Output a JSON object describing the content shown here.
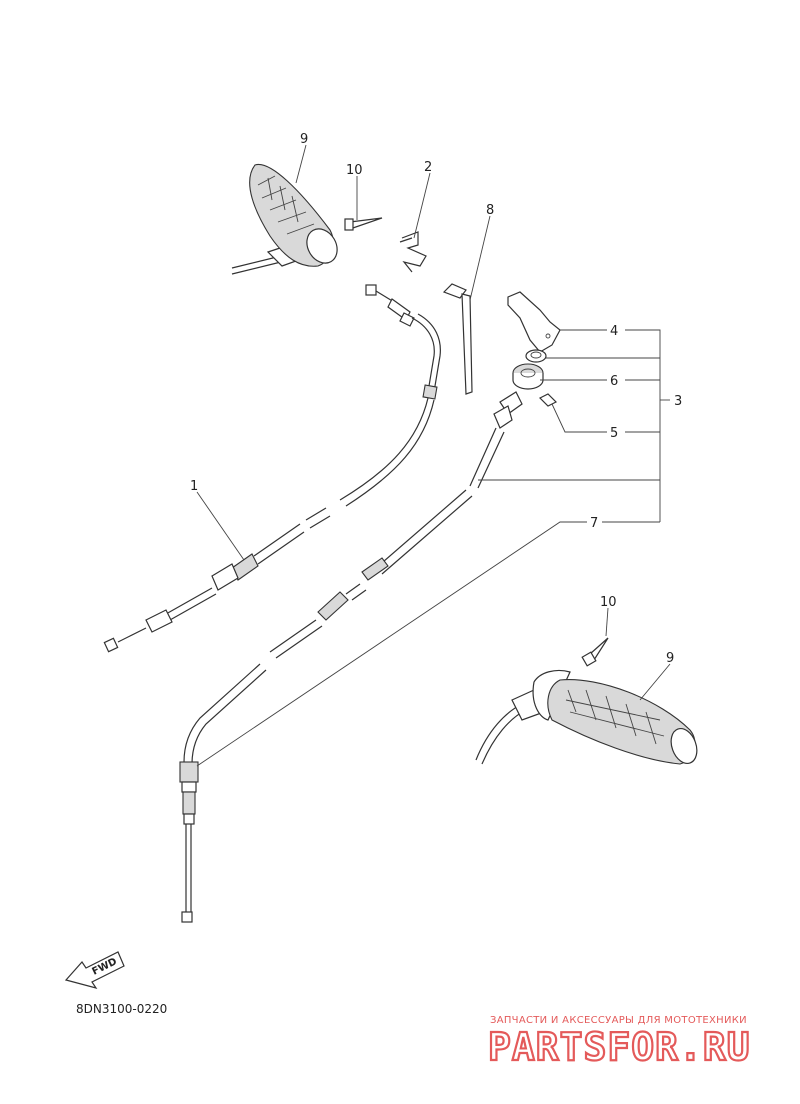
{
  "diagram": {
    "code": "8DN3100-0220",
    "fwd_label": "FWD",
    "labels": {
      "cable_1": "1",
      "clip_2": "2",
      "assy_3": "3",
      "part_4": "4",
      "part_5": "5",
      "part_6": "6",
      "cable_7": "7",
      "band_8": "8",
      "grip_9_top": "9",
      "grip_9_bottom": "9",
      "pin_10_top": "10",
      "pin_10_bottom": "10"
    }
  },
  "watermark": {
    "tagline": "ЗАПЧАСТИ И АКСЕССУАРЫ ДЛЯ МОТОТЕХНИКИ",
    "logo": "PARTSFOR.RU"
  }
}
